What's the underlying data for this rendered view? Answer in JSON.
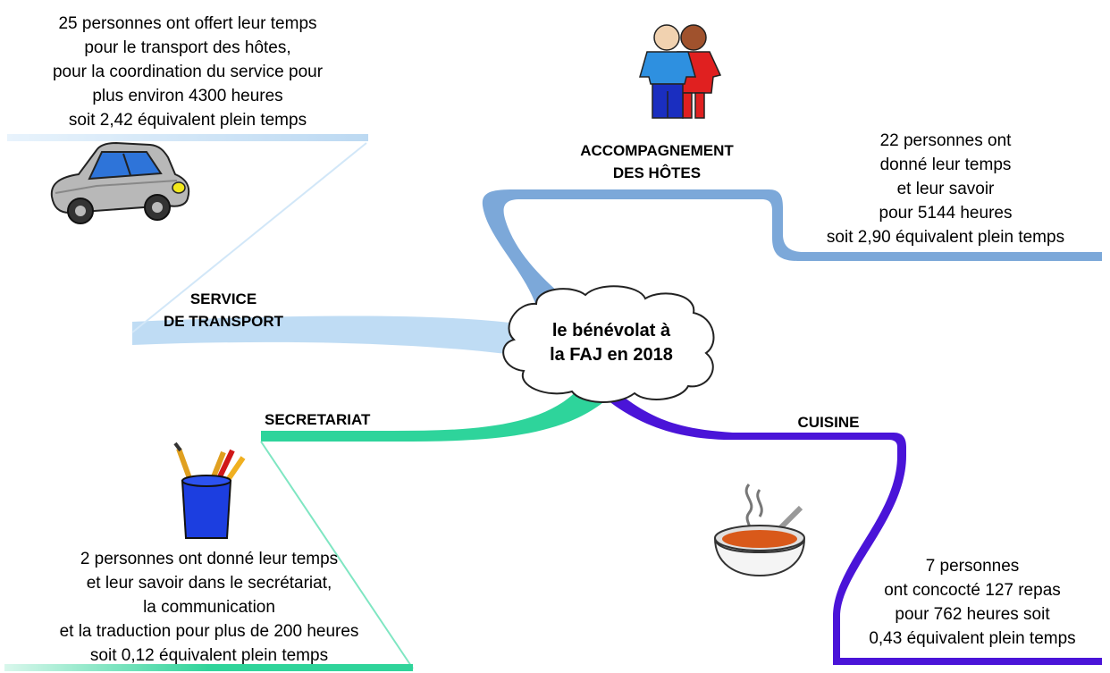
{
  "center": {
    "lines": [
      "le bénévolat à",
      "la FAJ en 2018"
    ]
  },
  "branches": {
    "transport": {
      "title_lines": [
        "SERVICE",
        "DE TRANSPORT"
      ],
      "desc_lines": [
        "25 personnes ont offert leur temps",
        "pour le transport des hôtes,",
        "pour la coordination du service pour",
        "plus environ 4300 heures",
        "soit 2,42 équivalent plein temps"
      ],
      "color": "#bcd9f2",
      "icon": "car-icon"
    },
    "accompagnement": {
      "title_lines": [
        "ACCOMPAGNEMENT",
        "DES HÔTES"
      ],
      "desc_lines": [
        "22 personnes ont",
        "donné leur temps",
        "et leur savoir",
        "pour 5144 heures",
        "soit 2,90 équivalent plein temps"
      ],
      "color": "#7aa6d8",
      "icon": "people-icon"
    },
    "secretariat": {
      "title_lines": [
        "SECRETARIAT"
      ],
      "desc_lines": [
        "2 personnes ont donné leur temps",
        "et leur savoir dans le secrétariat,",
        "la communication",
        "et la traduction pour plus de 200 heures",
        "soit 0,12 équivalent plein temps"
      ],
      "color": "#2fd49a",
      "icon": "pencil-cup-icon"
    },
    "cuisine": {
      "title_lines": [
        "CUISINE"
      ],
      "desc_lines": [
        "7 personnes",
        "ont concocté 127 repas",
        "pour 762 heures soit",
        "0,43 équivalent plein temps"
      ],
      "color": "#4a14d8",
      "icon": "soup-bowl-icon"
    }
  }
}
